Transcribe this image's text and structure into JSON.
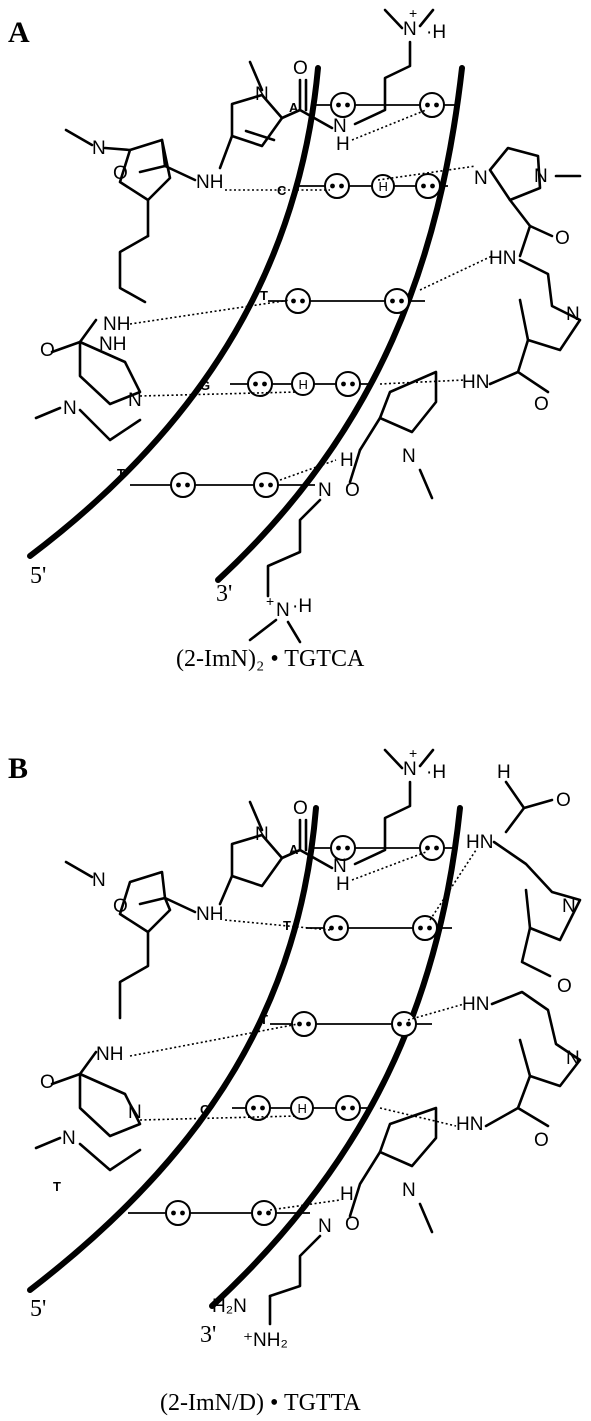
{
  "panels": [
    {
      "letter": "A",
      "caption": "(2-ImN)₂ • TGTCA",
      "end5": "5'",
      "end3": "3'",
      "bases": [
        "A",
        "C",
        "T",
        "G",
        "T"
      ],
      "labels": {
        "N_plus_top": "N",
        "N_plus_bottom": "N",
        "H": "H",
        "HN": "HN",
        "NH": "NH",
        "N": "N",
        "O": "O"
      }
    },
    {
      "letter": "B",
      "caption": "(2-ImN/D) • TGTTA",
      "end5": "5'",
      "end3": "3'",
      "bases": [
        "A",
        "T",
        "T",
        "G",
        "T"
      ],
      "labels": {
        "H2N": "H₂N",
        "NH2": "⁺NH₂",
        "H": "H",
        "HN": "HN",
        "NH": "NH",
        "N": "N",
        "O": "O"
      }
    }
  ],
  "hydrogen_marker": "H"
}
